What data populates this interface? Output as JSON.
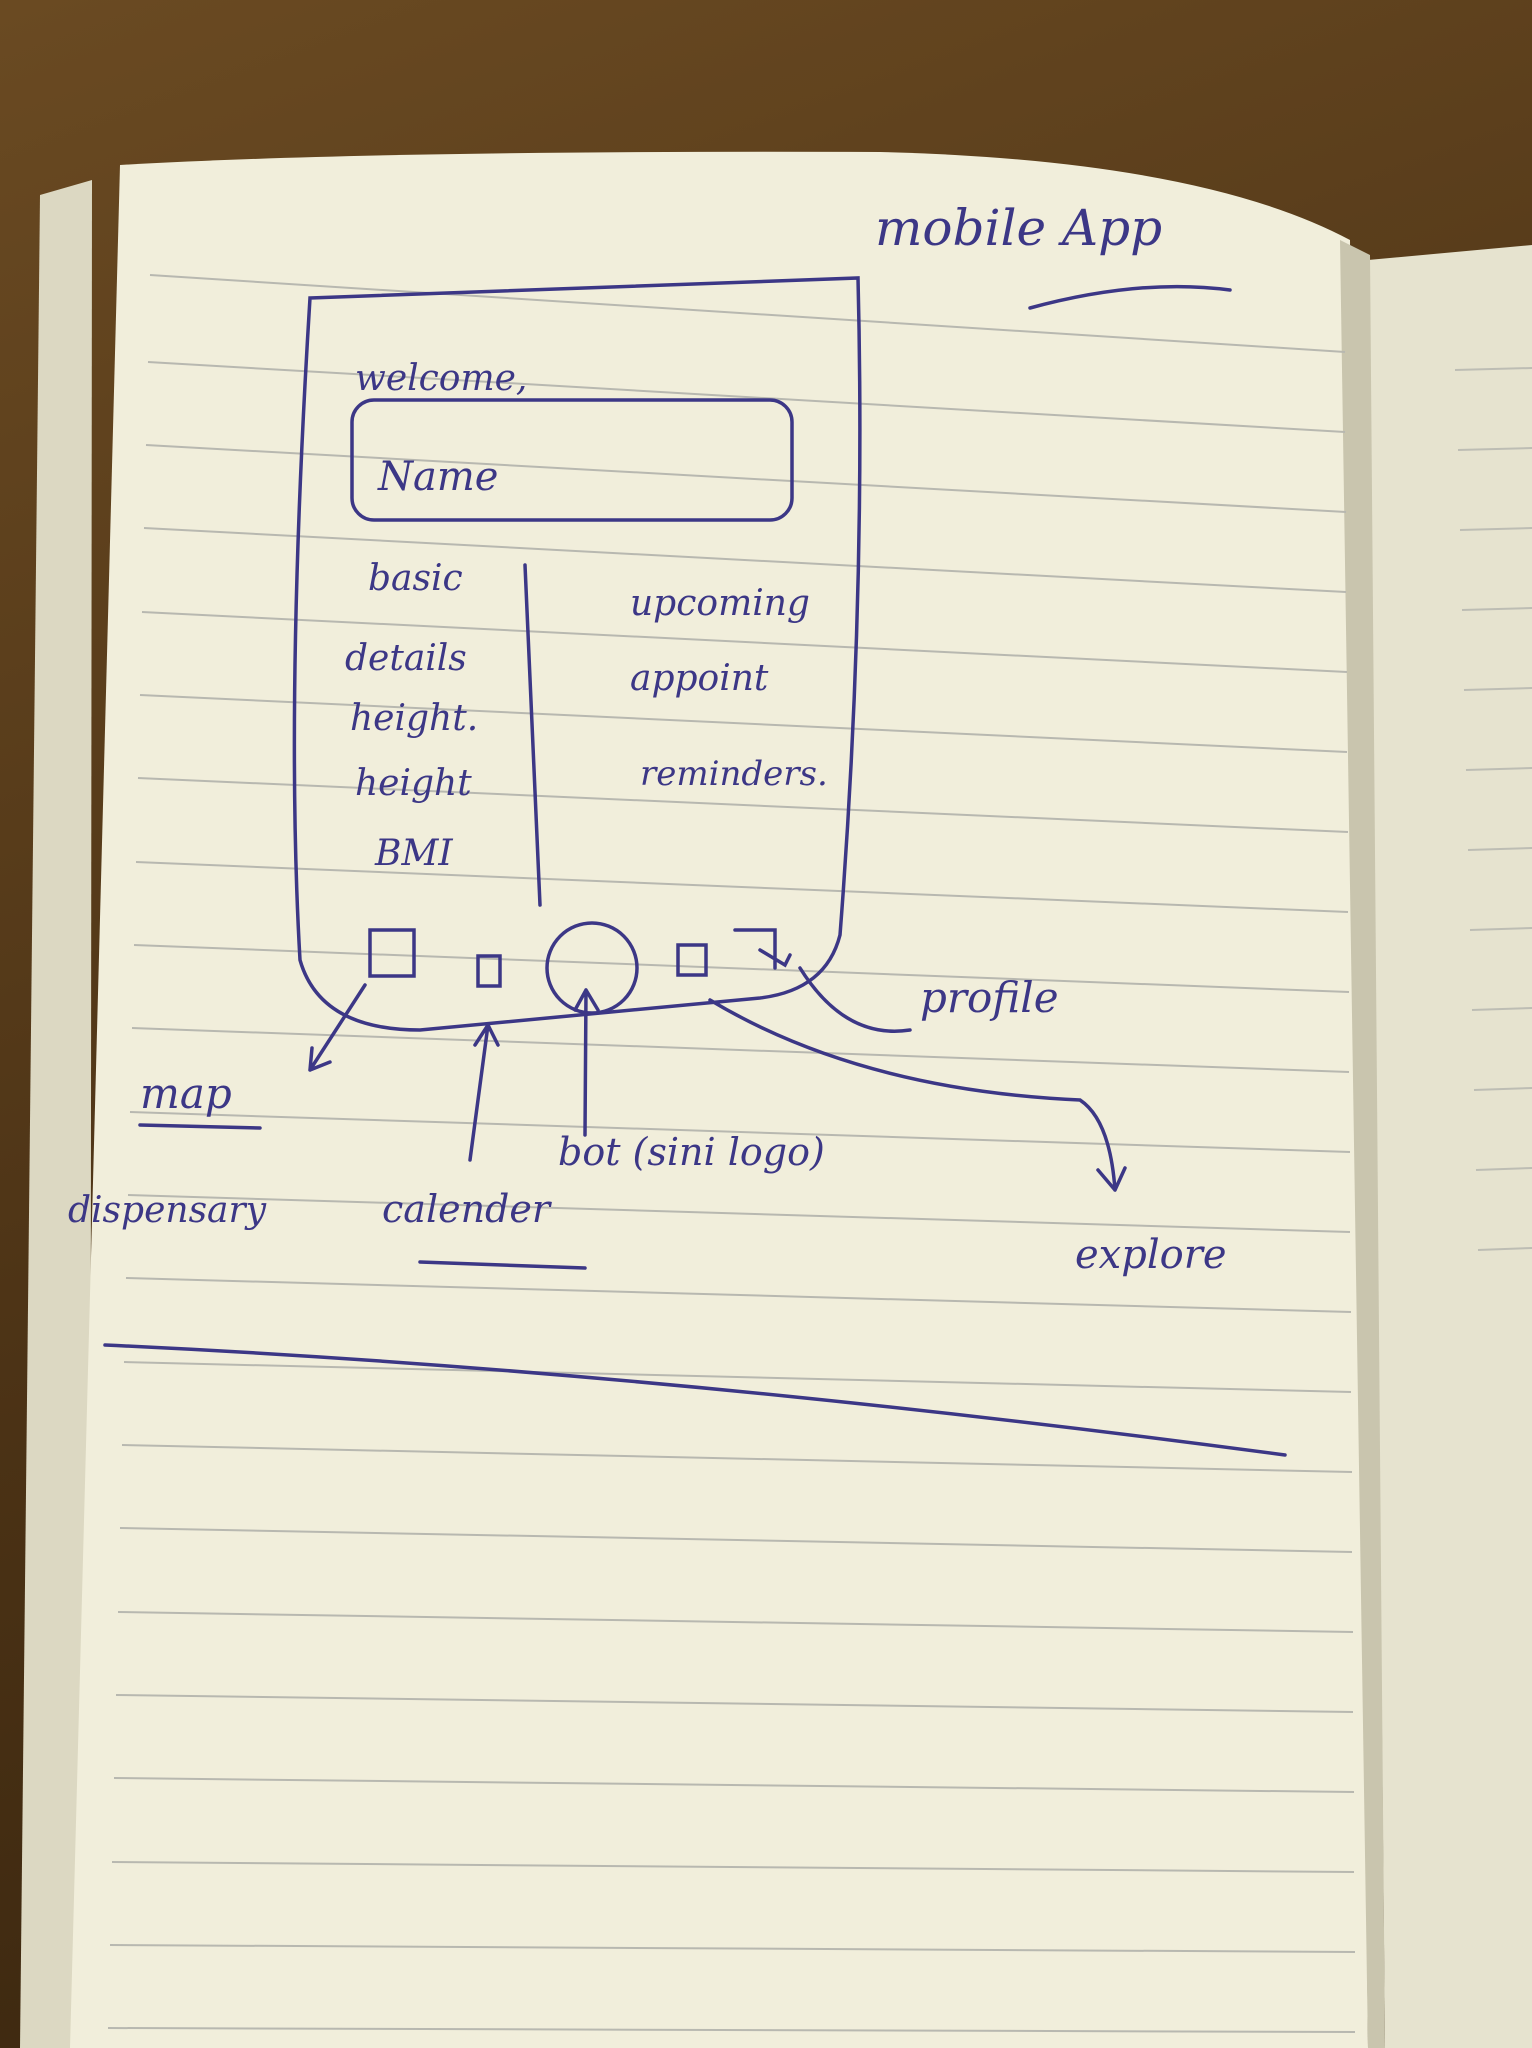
{
  "colors": {
    "ink": "#3c3786",
    "paper": "#f1eedb",
    "rule": "#b8b8b0",
    "desk": "#4b3215"
  },
  "sketch": {
    "title": "mobile App",
    "screen": {
      "welcome": "welcome,",
      "name_field": "Name",
      "left_column": [
        "basic",
        "details",
        "height.",
        "height",
        "BMI"
      ],
      "right_column": [
        "upcoming",
        "appoint",
        "reminders."
      ]
    },
    "nav_bar": {
      "icons": [
        "map-icon",
        "calendar-icon",
        "bot-icon",
        "explore-icon",
        "profile-icon"
      ]
    },
    "annotations": {
      "map": "map",
      "dispensary": "dispensary",
      "calendar": "calender",
      "bot": "bot (sini logo)",
      "explore": "explore",
      "profile": "profile"
    }
  }
}
